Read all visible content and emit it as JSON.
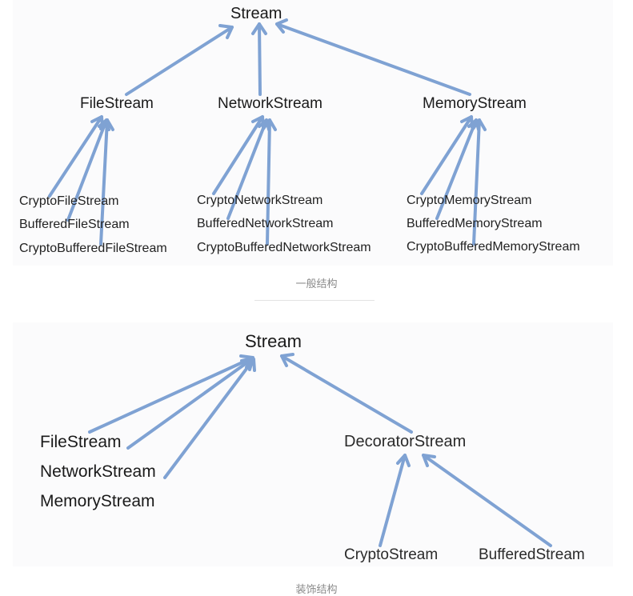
{
  "diagram1": {
    "root": "Stream",
    "mid": {
      "file": "FileStream",
      "network": "NetworkStream",
      "memory": "MemoryStream"
    },
    "leaves": {
      "crypto_file": "CryptoFileStream",
      "buffered_file": "BufferedFileStream",
      "crypto_buffered_file": "CryptoBufferedFileStream",
      "crypto_network": "CryptoNetworkStream",
      "buffered_network": "BufferedNetworkStream",
      "crypto_buffered_network": "CryptoBufferedNetworkStream",
      "crypto_memory": "CryptoMemoryStream",
      "buffered_memory": "BufferedMemoryStream",
      "crypto_buffered_memory": "CryptoBufferedMemoryStream"
    },
    "caption": "一般结构"
  },
  "diagram2": {
    "root": "Stream",
    "file": "FileStream",
    "network": "NetworkStream",
    "memory": "MemoryStream",
    "decorator": "DecoratorStream",
    "crypto": "CryptoStream",
    "buffered": "BufferedStream",
    "caption": "装饰结构"
  },
  "colors": {
    "arrow": "#7fa2d3",
    "panel_background": "#fbfbfc",
    "caption_text": "#8a8a8a"
  }
}
